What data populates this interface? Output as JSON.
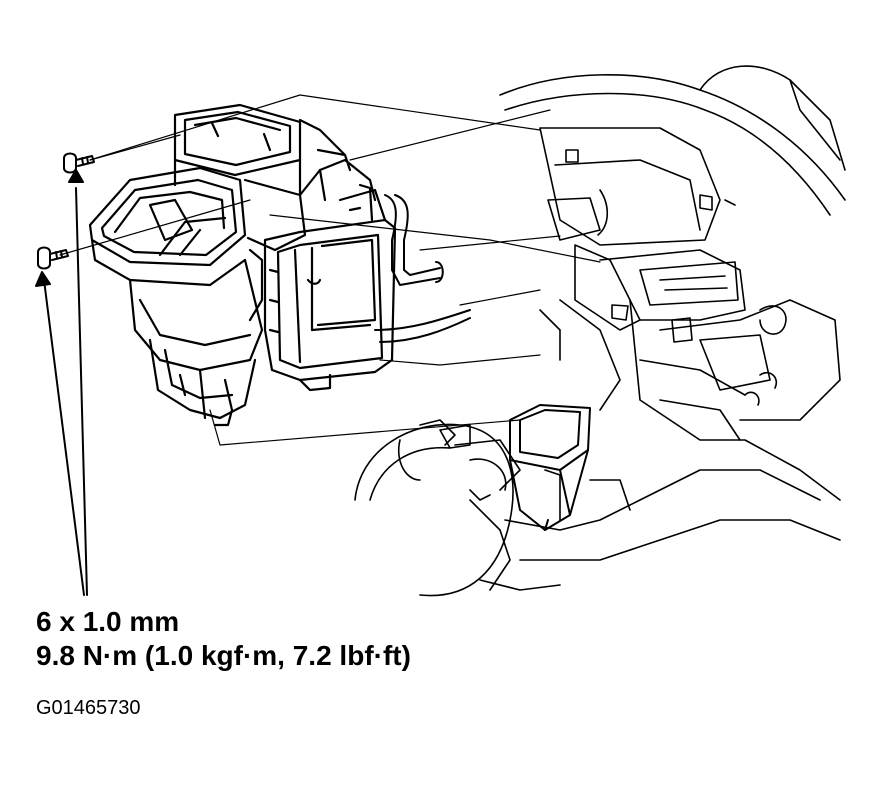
{
  "fastener_spec": {
    "size": "6 x 1.0 mm",
    "torque": "9.8 N·m (1.0 kgf·m, 7.2 lbf·ft)"
  },
  "figure_code": "G01465730",
  "colors": {
    "line": "#000000",
    "background": "#ffffff"
  }
}
